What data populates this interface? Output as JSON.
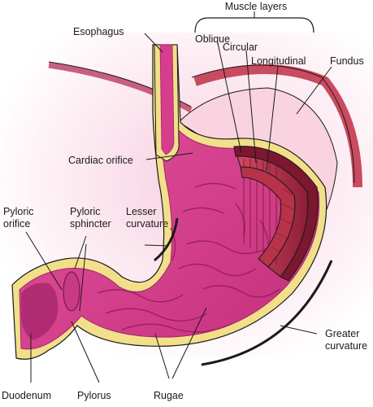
{
  "diagram": {
    "labels": {
      "muscle_layers": "Muscle layers",
      "esophagus": "Esophagus",
      "oblique": "Oblique",
      "circular": "Circular",
      "longitudinal": "Longitudinal",
      "fundus": "Fundus",
      "cardiac_orifice": "Cardiac orifice",
      "pyloric_orifice_1": "Pyloric",
      "pyloric_orifice_2": "orifice",
      "pyloric_sphincter_1": "Pyloric",
      "pyloric_sphincter_2": "sphincter",
      "lesser_curvature_1": "Lesser",
      "lesser_curvature_2": "curvature",
      "greater_curvature_1": "Greater",
      "greater_curvature_2": "curvature",
      "duodenum": "Duodenum",
      "pylorus": "Pylorus",
      "rugae": "Rugae"
    },
    "colors": {
      "mucosa": "#d63d8c",
      "mucosa_dark": "#a3246a",
      "wall_yellow": "#f2df8a",
      "muscle_red": "#b8324a",
      "muscle_dark": "#7c1730",
      "peritoneum_pink": "#f7c9dc",
      "outline": "#1a1a1a"
    }
  }
}
